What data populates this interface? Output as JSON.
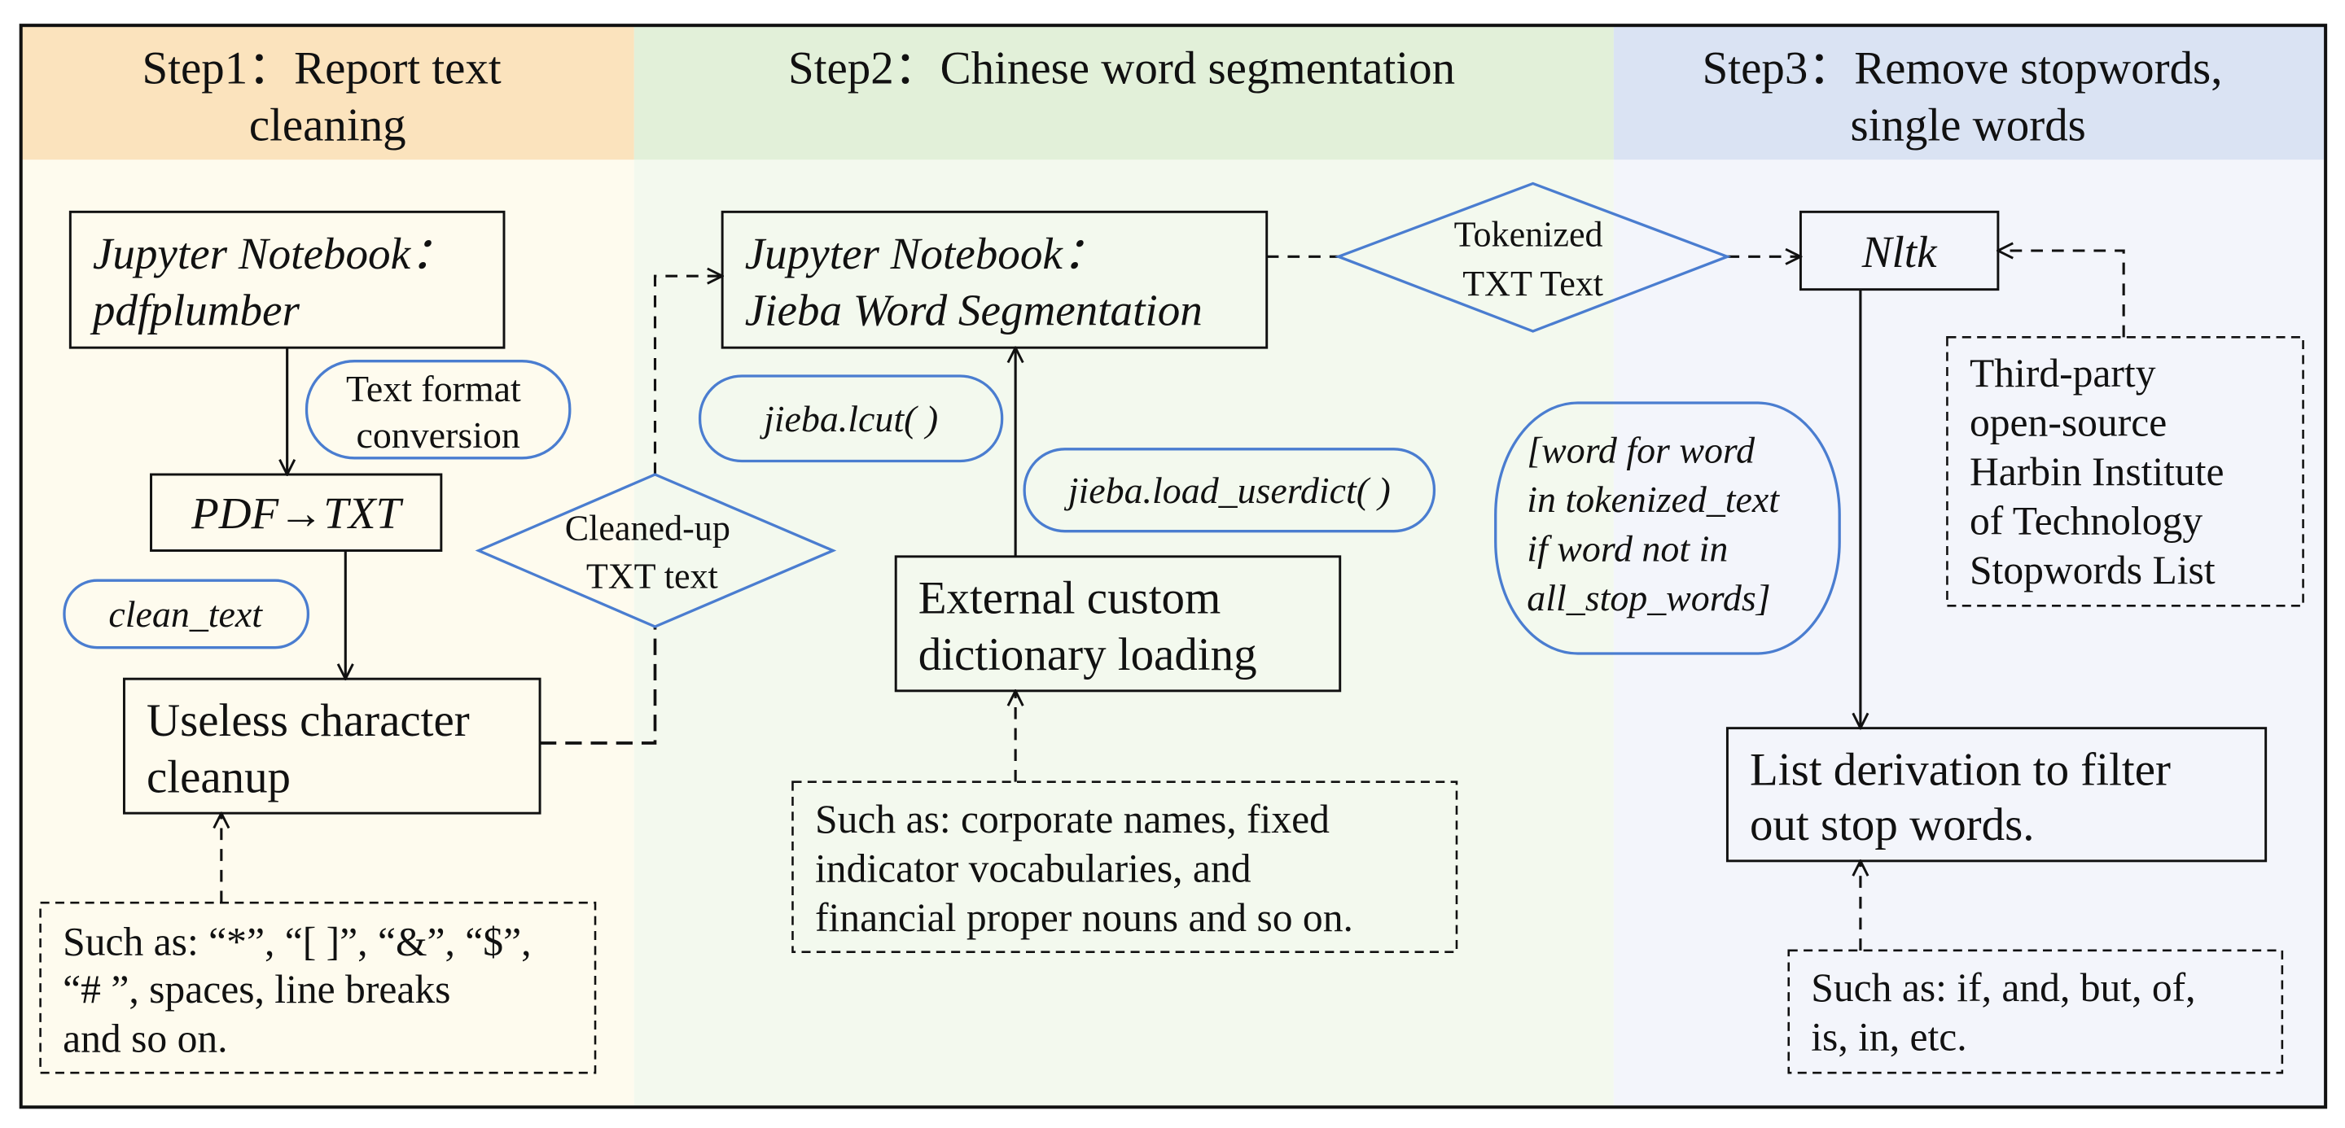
{
  "colors": {
    "step1_header": "#FBE3BD",
    "step1_body": "#FEFBEE",
    "step2_header": "#E2F0D9",
    "step2_body": "#F3F9EE",
    "step3_header": "#DAE3F3",
    "step3_body": "#F3F5FB",
    "accent_outline": "#4A7DD0"
  },
  "steps": [
    {
      "title_lines": [
        "Step1：Report text",
        "cleaning"
      ]
    },
    {
      "title_lines": [
        "Step2：Chinese word segmentation"
      ]
    },
    {
      "title_lines": [
        "Step3：Remove stopwords,",
        "single words"
      ]
    }
  ],
  "nodes": {
    "pdfplumber": {
      "lines": [
        "Jupyter Notebook：",
        "pdfplumber"
      ]
    },
    "text_format_conversion": {
      "lines": [
        "Text format",
        "conversion"
      ]
    },
    "pdf_to_txt": {
      "lines": [
        "PDF→TXT"
      ]
    },
    "clean_text": {
      "lines": [
        "clean_text"
      ]
    },
    "useless_cleanup": {
      "lines": [
        "Useless character",
        "cleanup"
      ]
    },
    "useless_examples": {
      "lines": [
        "Such as: “*”, “[ ]”, “&”, “$”,",
        "“# ”, spaces, line breaks",
        "and so on."
      ]
    },
    "cleaned_txt": {
      "lines": [
        "Cleaned-up",
        "TXT text"
      ]
    },
    "jieba": {
      "lines": [
        "Jupyter Notebook：",
        "Jieba Word Segmentation"
      ]
    },
    "jieba_lcut": {
      "lines": [
        "jieba.lcut( )"
      ]
    },
    "jieba_load": {
      "lines": [
        "jieba.load_userdict( )"
      ]
    },
    "external_dict": {
      "lines": [
        "External custom",
        "dictionary loading"
      ]
    },
    "dict_examples": {
      "lines": [
        "Such as: corporate names, fixed",
        "indicator vocabularies, and",
        "financial proper nouns and so on."
      ]
    },
    "tokenized": {
      "lines": [
        "Tokenized",
        "TXT Text"
      ]
    },
    "nltk": {
      "lines": [
        "Nltk"
      ]
    },
    "stopwords_list": {
      "lines": [
        "Third-party",
        "open-source",
        "Harbin Institute",
        "of Technology",
        "Stopwords List"
      ]
    },
    "list_comp": {
      "lines": [
        "[word for word",
        "in tokenized_text",
        "if word not in",
        "all_stop_words]"
      ]
    },
    "list_derivation": {
      "lines": [
        "List derivation to filter",
        "out stop words."
      ]
    },
    "stop_examples": {
      "lines": [
        "Such as: if, and, but, of,",
        "is, in, etc."
      ]
    }
  }
}
